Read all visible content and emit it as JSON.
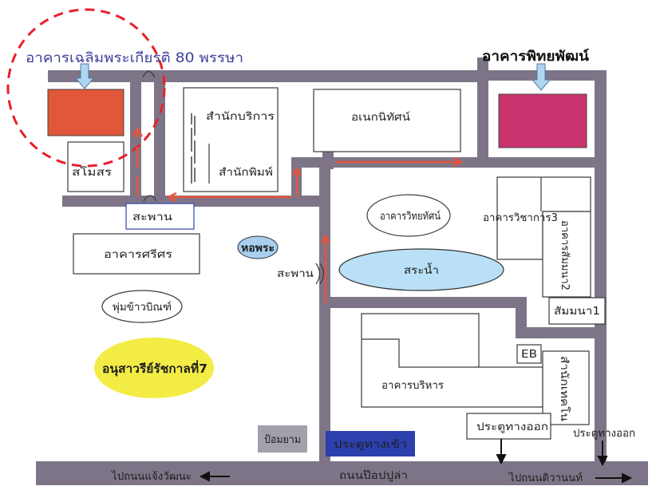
{
  "map": {
    "highlight_building": "อาคารเฉลิมพระเกียรติ 80 พรรษา",
    "pittayapat_building": "อาคารพิทยพัฒน์",
    "club": "สโมสร",
    "service_office": "สำนักบริการ",
    "press_office": "สำนักพิมพ์",
    "anek_building": "อเนกนิทัศน์",
    "bridge_west": "สะพาน",
    "srisorn_building": "อาคารศรีศร",
    "shrine": "หอพระ",
    "pum_khao_bin": "พุ่มข้าวบิณฑ์",
    "monument": "อนุสาวรีย์รัชกาลที่7",
    "wittayatat_building": "อาคารวิทยทัศน์",
    "pond": "สระน้ำ",
    "bridge_east": "สะพาน",
    "academic3_building": "อาคารวิชาการ3",
    "seminar2_building": "อาคารสัมมนา2",
    "seminar1_building": "สัมมนา1",
    "admin_building": "อาคารบริหาร",
    "eb_building": "EB",
    "tech_office": "สำนักเทคโน",
    "guard_post": "ป้อมยาม",
    "main_entrance": "ประตูทางเข้า",
    "exit_gate_1": "ประตูทางออก",
    "exit_gate_2": "ประตูทางออก",
    "to_chaengwattana": "ไปถนนแจ้งวัฒนะ",
    "popular_road": "ถนนป๊อปปูล่า",
    "to_tiwanon": "ไปถนนดิวานนท์"
  },
  "colors": {
    "road": "#7d7587",
    "route": "#e5553a",
    "highlight_circle": "#e8202a",
    "highlight_building": "#e0573a",
    "pittayapat_building": "#c9336e",
    "label_blue": "#3d3f9a",
    "pond": "#b9e0f6",
    "shrine": "#a8d0ee",
    "monument": "#f3ec45",
    "entrance": "#2b40ad",
    "guard_post": "#a39fab",
    "pointer_arrow": "#aed6f0"
  }
}
